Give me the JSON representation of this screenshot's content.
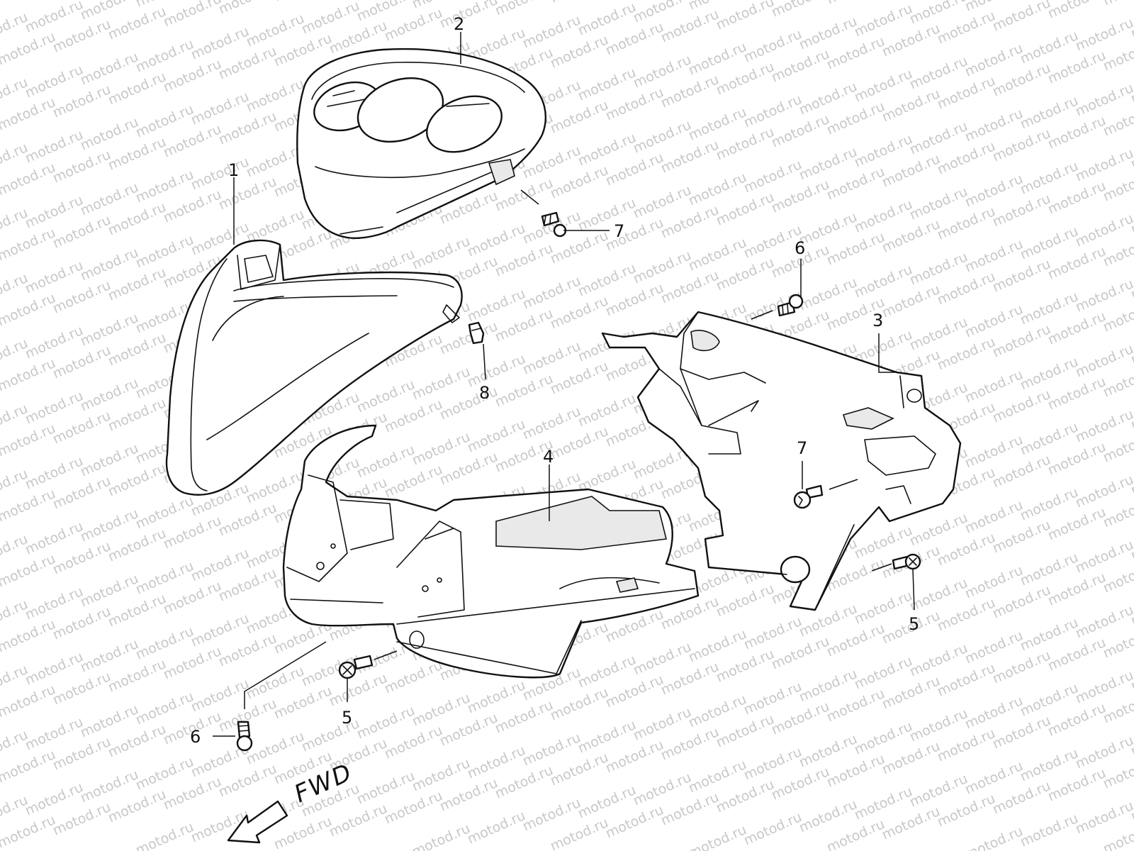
{
  "watermark": {
    "text": "motod.ru",
    "color": "#c8c8c8"
  },
  "callouts": [
    {
      "id": "1",
      "label": "1"
    },
    {
      "id": "2",
      "label": "2"
    },
    {
      "id": "3",
      "label": "3"
    },
    {
      "id": "4",
      "label": "4"
    },
    {
      "id": "5a",
      "label": "5"
    },
    {
      "id": "5b",
      "label": "5"
    },
    {
      "id": "6a",
      "label": "6"
    },
    {
      "id": "6b",
      "label": "6"
    },
    {
      "id": "7a",
      "label": "7"
    },
    {
      "id": "7b",
      "label": "7"
    },
    {
      "id": "8",
      "label": "8"
    }
  ],
  "direction": {
    "label": "FWD",
    "icon": "arrow-left-icon"
  }
}
